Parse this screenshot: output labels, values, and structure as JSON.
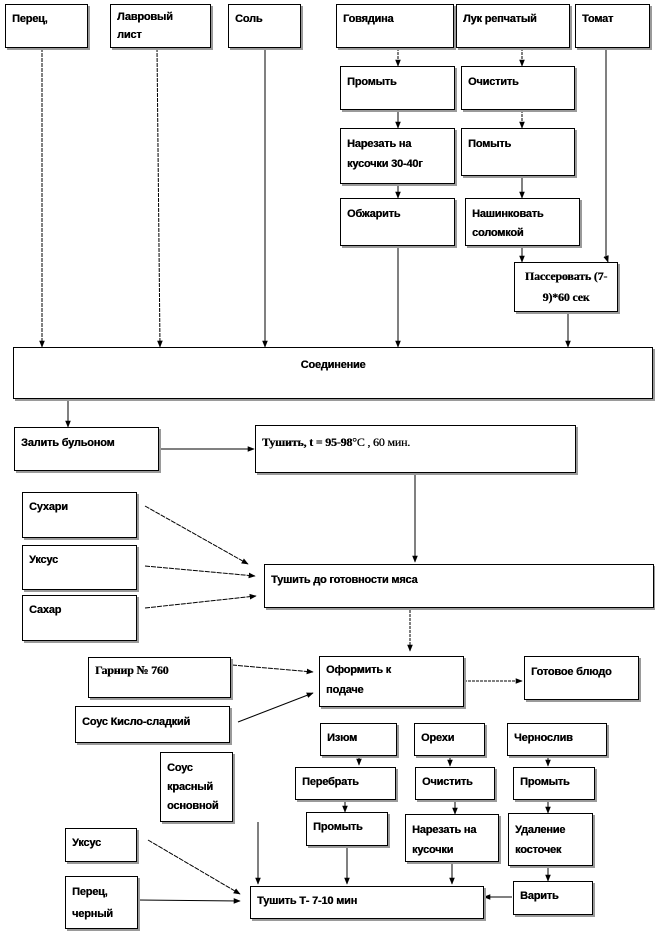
{
  "nodes": {
    "perets": "Перец,",
    "lavrovy": "Лавровый лист",
    "sol": "Соль",
    "govyadina": "Говядина",
    "luk": "Лук репчатый",
    "tomat": "Томат",
    "promyt_1": "Промыть",
    "ochistit_1": "Очистить",
    "narezat_1": "Нарезать на кусочки 30-40г",
    "promyt_2": "Помыть",
    "obzharit": "Обжарить",
    "nashinkovat": "Нашинковать соломкой",
    "passerovat": "Пассеровать (7-9)*60 сек",
    "soedinenie": "Соединение",
    "zalit": "Залить бульоном",
    "tushit_1_main": "Тушить, t = 95-98",
    "tushit_1_note": "°С , 60 мин.",
    "suhari": "Сухари",
    "uksus_1": "Уксус",
    "sahar": "Сахар",
    "tushit_2": "Тушить до готовности мяса",
    "garnir": "Гарнир № 760",
    "oformit": "Оформить к подаче",
    "gotovoe": "Готовое блюдо",
    "sous_ks": "Соус Кисло-сладкий",
    "izyum": "Изюм",
    "orehi": "Орехи",
    "chernosliv": "Чернослив",
    "sous_kr": "Соус красный основной",
    "perebrat": "Перебрать",
    "ochistit_2": "Очистить",
    "promyt_3": "Промыть",
    "promyt_4": "Промыть",
    "narezat_2": "Нарезать на кусочки",
    "udalenie": "Удаление косточек",
    "uksus_2": "Уксус",
    "varit": "Варить",
    "perets_ch": "Перец, черный",
    "tushit_3": "Тушить Т- 7-10 мин"
  }
}
